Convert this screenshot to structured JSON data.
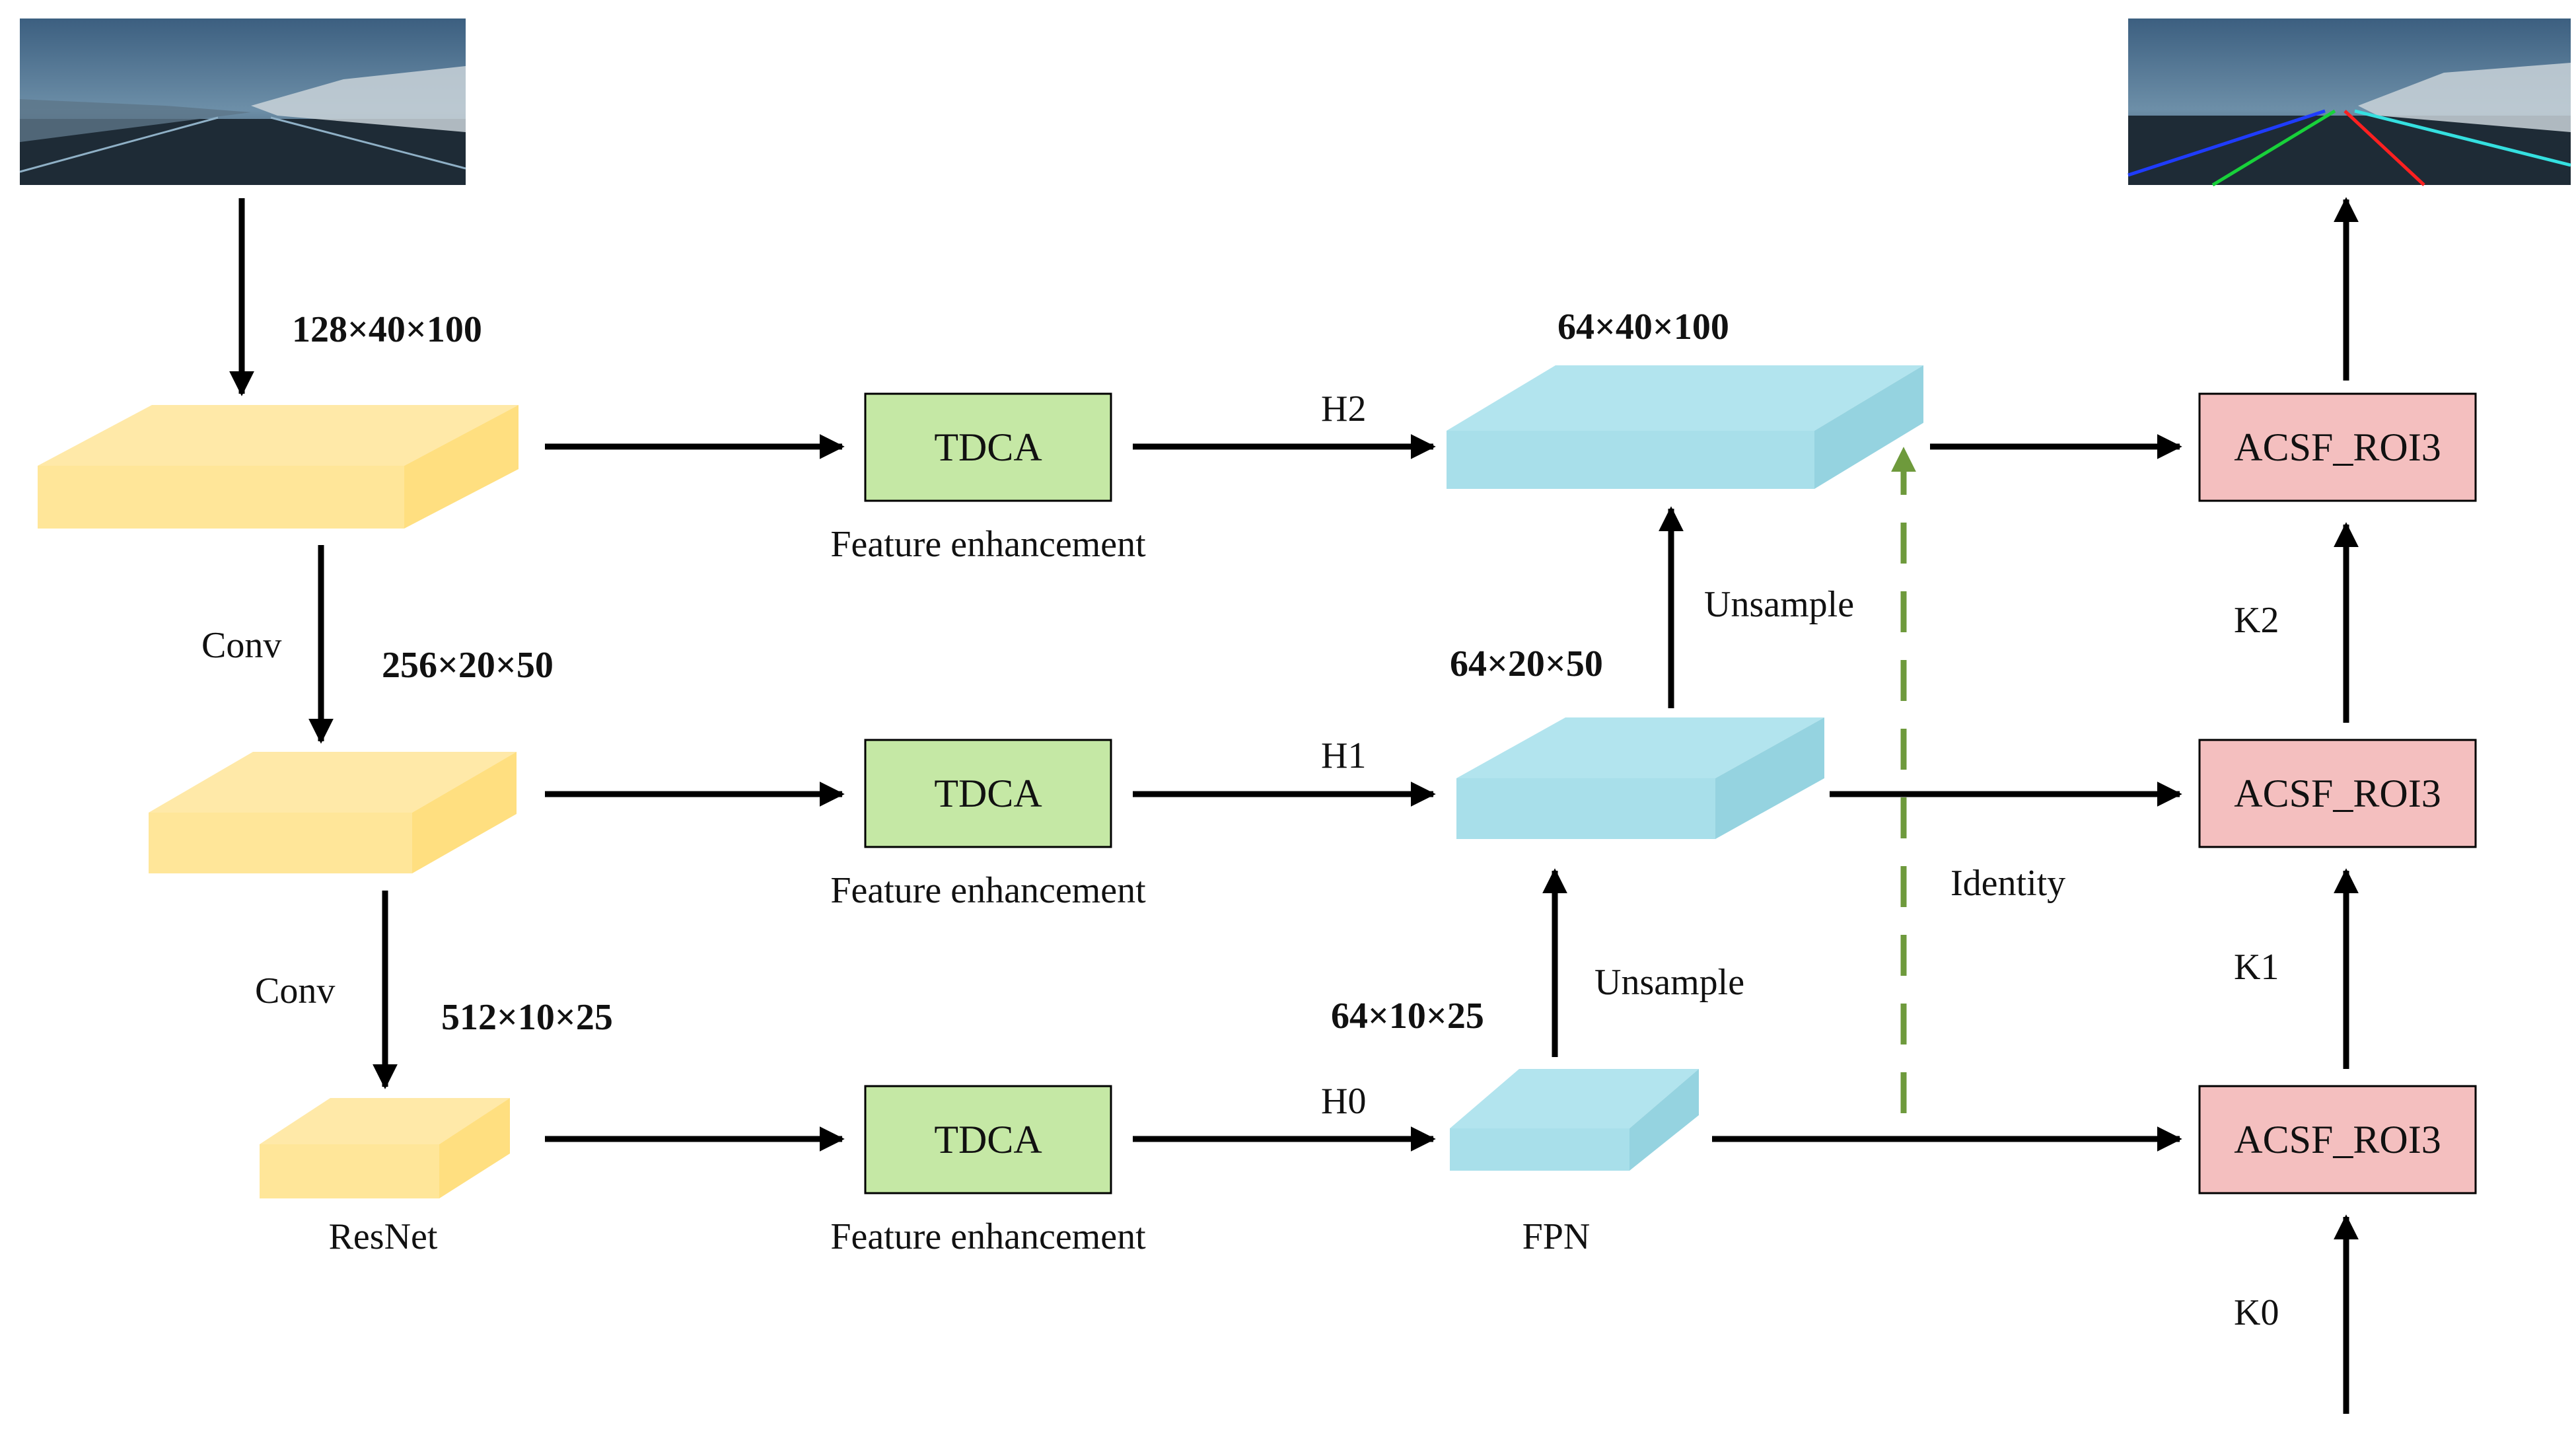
{
  "images": {
    "input": {
      "name": "road-input-image"
    },
    "output": {
      "name": "lane-detection-output-image"
    }
  },
  "backbone": {
    "label": "ResNet",
    "dims": [
      "128×40×100",
      "256×20×50",
      "512×10×25"
    ],
    "conv_labels": [
      "Conv",
      "Conv"
    ]
  },
  "tdca": {
    "boxes": [
      "TDCA",
      "TDCA",
      "TDCA"
    ],
    "captions": [
      "Feature enhancement",
      "Feature enhancement",
      "Feature enhancement"
    ]
  },
  "fpn": {
    "label": "FPN",
    "dims": [
      "64×40×100",
      "64×20×50",
      "64×10×25"
    ],
    "edge_labels": [
      "H2",
      "H1",
      "H0"
    ],
    "upsample_labels": [
      "Unsample",
      "Unsample"
    ]
  },
  "acsf": {
    "boxes": [
      "ACSF_ROI3",
      "ACSF_ROI3",
      "ACSF_ROI3"
    ],
    "k_labels": [
      "K2",
      "K1",
      "K0"
    ],
    "identity_label": "Identity"
  },
  "colors": {
    "backbone": "#FFE699",
    "fpn": "#A8DFEA",
    "tdca": "#C5E8A5",
    "acsf": "#F4BFBF",
    "arrow": "#000000",
    "identity_arrow": "#6E9A3C"
  }
}
